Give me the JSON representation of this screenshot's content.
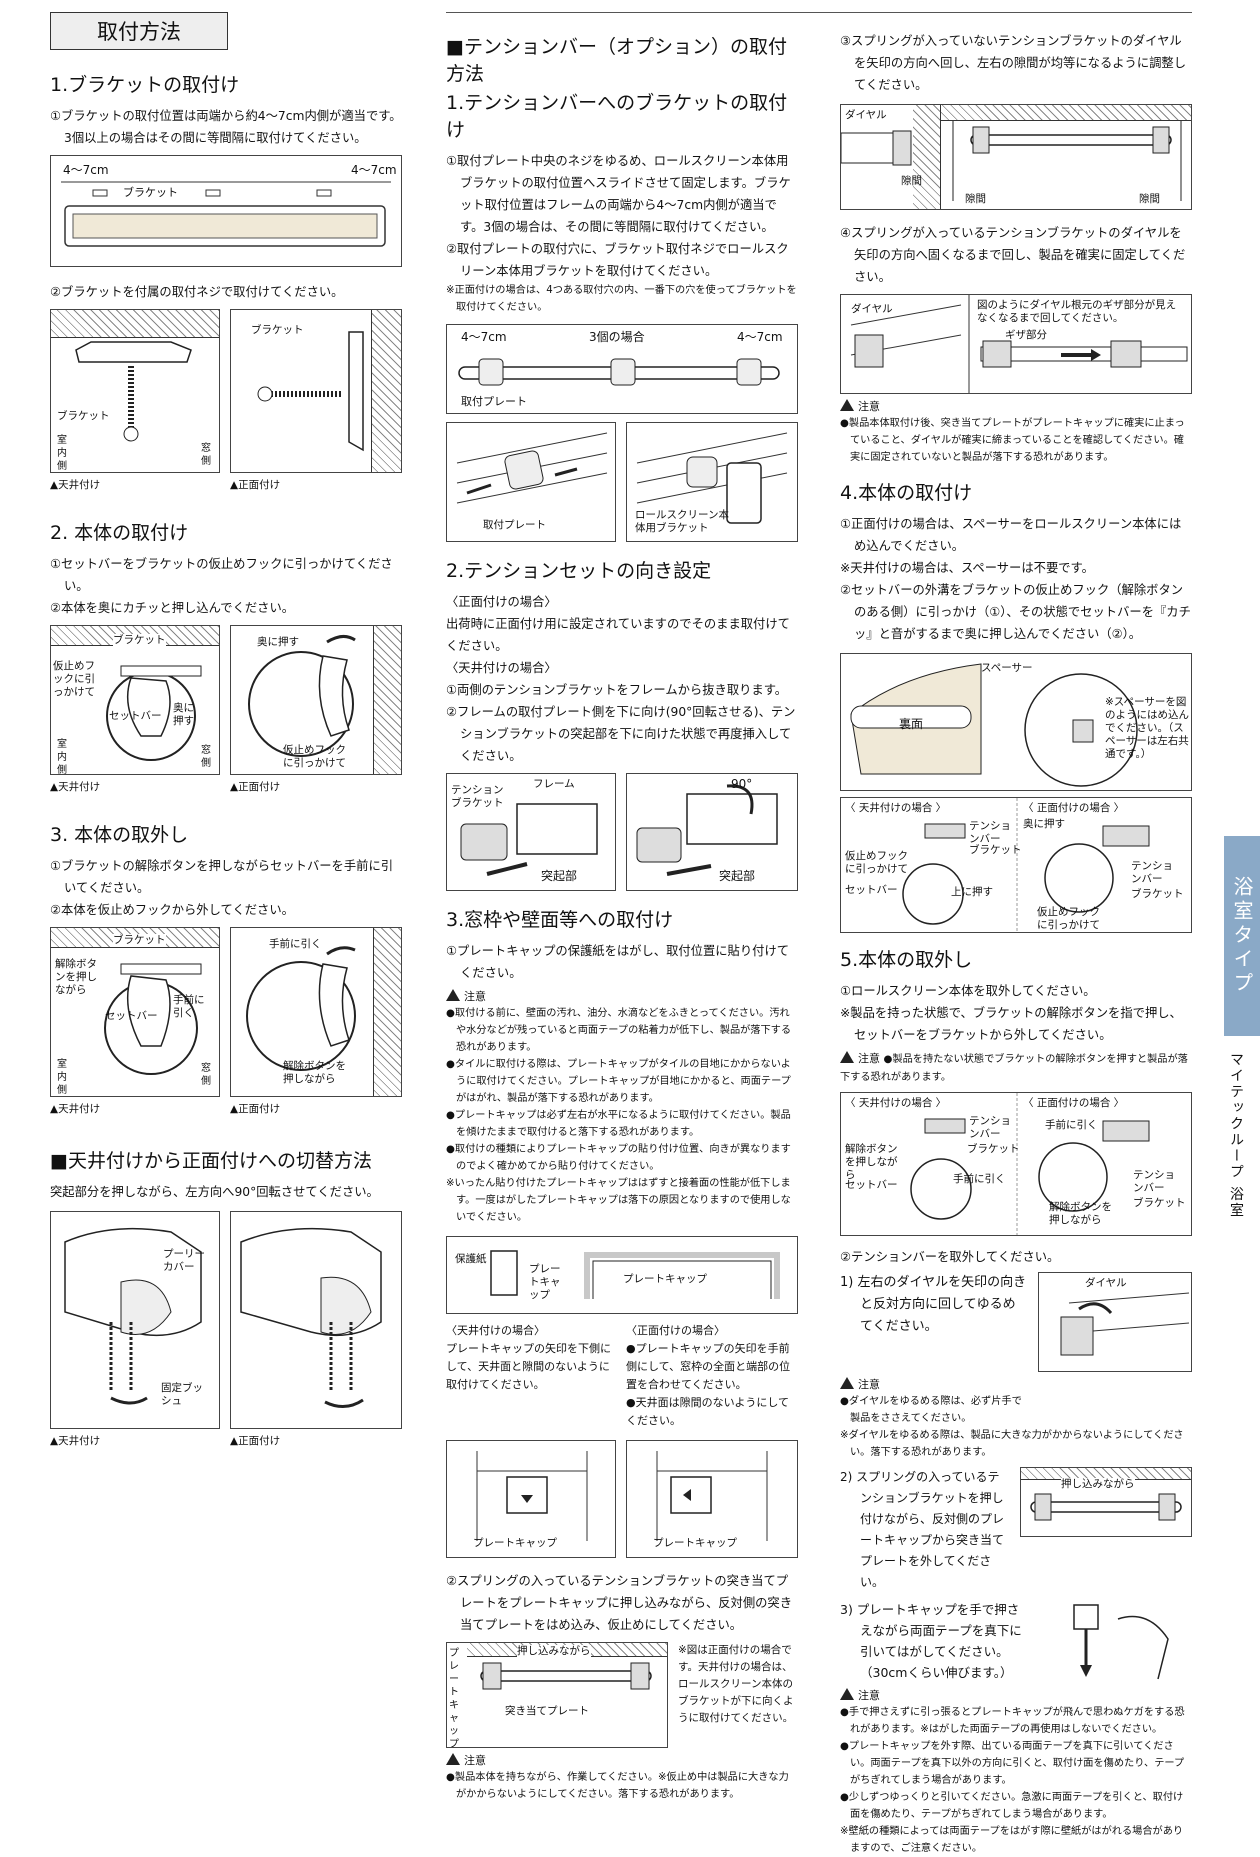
{
  "col1": {
    "title_box": "取付方法",
    "s1_title": "1.ブラケットの取付け",
    "s1_p1": "①ブラケットの取付位置は両端から約4〜7cm内側が適当です。3個以上の場合はその間に等間隔に取付けてください。",
    "s1_fig": {
      "left_dim": "4〜7cm",
      "right_dim": "4〜7cm",
      "bracket": "ブラケット"
    },
    "s1_p2": "②ブラケットを付属の取付ネジで取付けてください。",
    "s1_fig2": {
      "bracket_l": "ブラケット",
      "room_in": "室内側",
      "window": "窓側",
      "bracket_r": "ブラケット"
    },
    "cap_ceiling": "▲天井付け",
    "cap_front": "▲正面付け",
    "s2_title": "2. 本体の取付け",
    "s2_p1": "①セットバーをブラケットの仮止めフックに引っかけてください。",
    "s2_p2": "②本体を奥にカチッと押し込んでください。",
    "s2_fig": {
      "bracket": "ブラケット",
      "hook": "仮止めフックに引っかけて",
      "setbar": "セットバー",
      "push": "奥に押す",
      "room_in": "室内側",
      "window": "窓側",
      "push_r": "奥に押す",
      "hook_r": "仮止めフックに引っかけて"
    },
    "s3_title": "3. 本体の取外し",
    "s3_p1": "①ブラケットの解除ボタンを押しながらセットバーを手前に引いてください。",
    "s3_p2": "②本体を仮止めフックから外してください。",
    "s3_fig": {
      "bracket": "ブラケット",
      "release": "解除ボタンを押しながら",
      "setbar": "セットバー",
      "pull": "手前に引く",
      "room_in": "室内側",
      "window": "窓側",
      "pull_r": "手前に引く",
      "release_r": "解除ボタンを押しながら"
    },
    "s4_title": "■天井付けから正面付けへの切替方法",
    "s4_p1": "突起部分を押しながら、左方向へ90°回転させてください。",
    "s4_fig": {
      "pulley": "プーリーカバー",
      "bush": "固定ブッシュ"
    }
  },
  "col2": {
    "title": "■テンションバー（オプション）の取付方法",
    "s1_title": "1.テンションバーへのブラケットの取付け",
    "s1_p1": "①取付プレート中央のネジをゆるめ、ロールスクリーン本体用ブラケットの取付位置へスライドさせて固定します。ブラケット取付位置はフレームの両端から4〜7cm内側が適当です。3個の場合は、その間に等間隔に取付けてください。",
    "s1_p2": "②取付プレートの取付穴に、ブラケット取付ネジでロールスクリーン本体用ブラケットを取付けてください。",
    "s1_note": "※正面付けの場合は、4つある取付穴の内、一番下の穴を使ってブラケットを取付けてください。",
    "fig1": {
      "left": "4〜7cm",
      "mid": "3個の場合",
      "right": "4〜7cm",
      "plate": "取付プレート"
    },
    "fig2": {
      "plate": "取付プレート",
      "bracket": "ロールスクリーン本体用ブラケット"
    },
    "s2_title": "2.テンションセットの向き設定",
    "s2_h1": "〈正面付けの場合〉",
    "s2_p1": "出荷時に正面付け用に設定されていますのでそのまま取付けてください。",
    "s2_h2": "〈天井付けの場合〉",
    "s2_p2": "①両側のテンションブラケットをフレームから抜き取ります。",
    "s2_p3": "②フレームの取付プレート側を下に向け(90°回転させる)、テンションブラケットの突起部を下に向けた状態で再度挿入してください。",
    "fig3": {
      "tension": "テンションブラケット",
      "frame": "フレーム",
      "protrusion": "突起部",
      "deg": "90°",
      "protrusion_r": "突起部"
    },
    "s3_title": "3.窓枠や壁面等への取付け",
    "s3_p1": "①プレートキャップの保護紙をはがし、取付位置に貼り付けてください。",
    "warn_head": "注意",
    "warn_items": [
      "●取付ける前に、壁面の汚れ、油分、水滴などをふきとってください。汚れや水分などが残っていると両面テープの粘着力が低下し、製品が落下する恐れがあります。",
      "●タイルに取付ける際は、プレートキャップがタイルの目地にかからないように取付けてください。プレートキャップが目地にかかると、両面テープがはがれ、製品が落下する恐れがあります。",
      "●プレートキャップは必ず左右が水平になるように取付けてください。製品を傾けたままで取付けると落下する恐れがあります。",
      "●取付けの種類によりプレートキャップの貼り付け位置、向きが異なりますのでよく確かめてから貼り付けてください。",
      "※いったん貼り付けたプレートキャップははずすと接着面の性能が低下します。一度はがしたプレートキャップは落下の原因となりますので使用しないでください。"
    ],
    "fig4": {
      "protect": "保護紙",
      "cap": "プレートキャップ",
      "cap_r": "プレートキャップ"
    },
    "ceil_h": "〈天井付けの場合〉",
    "ceil_p": "プレートキャップの矢印を下側にして、天井面と隙間のないように取付けてください。",
    "front_h": "〈正面付けの場合〉",
    "front_p1": "●プレートキャップの矢印を手前側にして、窓枠の全面と端部の位置を合わせてください。",
    "front_p2": "●天井面は隙間のないようにしてください。",
    "fig5": {
      "cap_l": "プレートキャップ",
      "cap_r": "プレートキャップ"
    },
    "s3_p2": "②スプリングの入っているテンションブラケットの突き当てプレートをプレートキャップに押し込みながら、反対側の突き当てプレートをはめ込み、仮止めにしてください。",
    "fig6": {
      "push": "押し込みながら",
      "cap": "プレートキャップ",
      "stop": "突き当てプレート",
      "note": "※図は正面付けの場合です。天井付けの場合は、ロールスクリーン本体のブラケットが下に向くように取付けてください。"
    },
    "warn2_head": "注意",
    "warn2": "●製品本体を持ちながら、作業してください。※仮止め中は製品に大きな力がかからないようにしてください。落下する恐れがあります。"
  },
  "col3": {
    "p3": "③スプリングが入っていないテンションブラケットのダイヤルを矢印の方向へ回し、左右の隙間が均等になるように調整してください。",
    "fig1": {
      "dial": "ダイヤル",
      "gap": "隙間",
      "gap_l": "隙間",
      "gap_r": "隙間"
    },
    "p4": "④スプリングが入っているテンションブラケットのダイヤルを矢印の方向へ固くなるまで回し、製品を確実に固定してください。",
    "fig2": {
      "dial": "ダイヤル",
      "note": "図のようにダイヤル根元のギザ部分が見えなくなるまで回してください。",
      "giza": "ギザ部分"
    },
    "warn_head": "注意",
    "warn": "●製品本体取付け後、突き当てプレートがプレートキャップに確実に止まっていること、ダイヤルが確実に締まっていることを確認してください。確実に固定されていないと製品が落下する恐れがあります。",
    "s4_title": "4.本体の取付け",
    "s4_p1": "①正面付けの場合は、スペーサーをロールスクリーン本体にはめ込んでください。",
    "s4_p2": "※天井付けの場合は、スペーサーは不要です。",
    "s4_p3": "②セットバーの外溝をブラケットの仮止めフック（解除ボタンのある側）に引っかけ（①）、その状態でセットバーを『カチッ』と音がするまで奥に押し込んでください（②）。",
    "fig3": {
      "spacer": "スペーサー",
      "back": "裏面",
      "note": "※スペーサーを図のようにはめ込んでください。（スペーサーは左右共通です。）"
    },
    "fig4": {
      "ceil": "〈 天井付けの場合 〉",
      "front": "〈 正面付けの場合 〉",
      "tension": "テンションバー",
      "bracket": "ブラケット",
      "hook": "仮止めフックに引っかけて",
      "setbar": "セットバー",
      "up": "上に押す",
      "push": "奥に押す",
      "tension_r": "テンションバー",
      "bracket_r": "ブラケット",
      "hook_r": "仮止めフックに引っかけて"
    },
    "s5_title": "5.本体の取外し",
    "s5_p1": "①ロールスクリーン本体を取外してください。",
    "s5_p2": "※製品を持った状態で、ブラケットの解除ボタンを指で押し、セットバーをブラケットから外してください。",
    "warn2_head": "注意",
    "warn2": "●製品を持たない状態でブラケットの解除ボタンを押すと製品が落下する恐れがあります。",
    "fig5": {
      "ceil": "〈 天井付けの場合 〉",
      "front": "〈 正面付けの場合 〉",
      "tension": "テンションバー",
      "release": "解除ボタンを押しながら",
      "bracket": "ブラケット",
      "setbar": "セットバー",
      "pull": "手前に引く",
      "pull_r": "手前に引く",
      "release_r": "解除ボタンを押しながら",
      "tension_r": "テンションバー",
      "bracket_r": "ブラケット"
    },
    "s5_p3": "②テンションバーを取外してください。",
    "step1": "1) 左右のダイヤルを矢印の向きと反対方向に回してゆるめてください。",
    "fig6": {
      "dial": "ダイヤル"
    },
    "warn3_head": "注意",
    "warn3a": "●ダイヤルをゆるめる際は、必ず片手で製品をささえてください。",
    "warn3b": "※ダイヤルをゆるめる際は、製品に大きな力がかからないようにしてください。落下する恐れがあります。",
    "step2": "2) スプリングの入っているテンションブラケットを押し付けながら、反対側のプレートキャップから突き当てプレートを外してください。",
    "fig7": {
      "push": "押し込みながら"
    },
    "step3": "3) プレートキャップを手で押さえながら両面テープを真下に引いてはがしてください。（30cmくらい伸びます。）",
    "warn4_head": "注意",
    "warn4": [
      "●手で押さえずに引っ張るとプレートキャップが飛んで思わぬケガをする恐れがあります。※はがした両面テープの再使用はしないでください。",
      "●プレートキャップを外す際、出ている両面テープを真下に引いてください。両面テープを真下以外の方向に引くと、取付け面を傷めたり、テープがちぎれてしまう場合があります。",
      "●少しずつゆっくりと引いてください。急激に両面テープを引くと、取付け面を傷めたり、テープがちぎれてしまう場合があります。",
      "※壁紙の種類によっては両面テープをはがす際に壁紙がはがれる場合がありますので、ご注意ください。"
    ]
  },
  "side": {
    "tab": "浴室タイプ",
    "text": "マイテックループ 浴室"
  },
  "colors": {
    "tab_blue": "#8aa9c7",
    "fabric": "#f0e9d7",
    "circle": "#3b6cc4"
  }
}
